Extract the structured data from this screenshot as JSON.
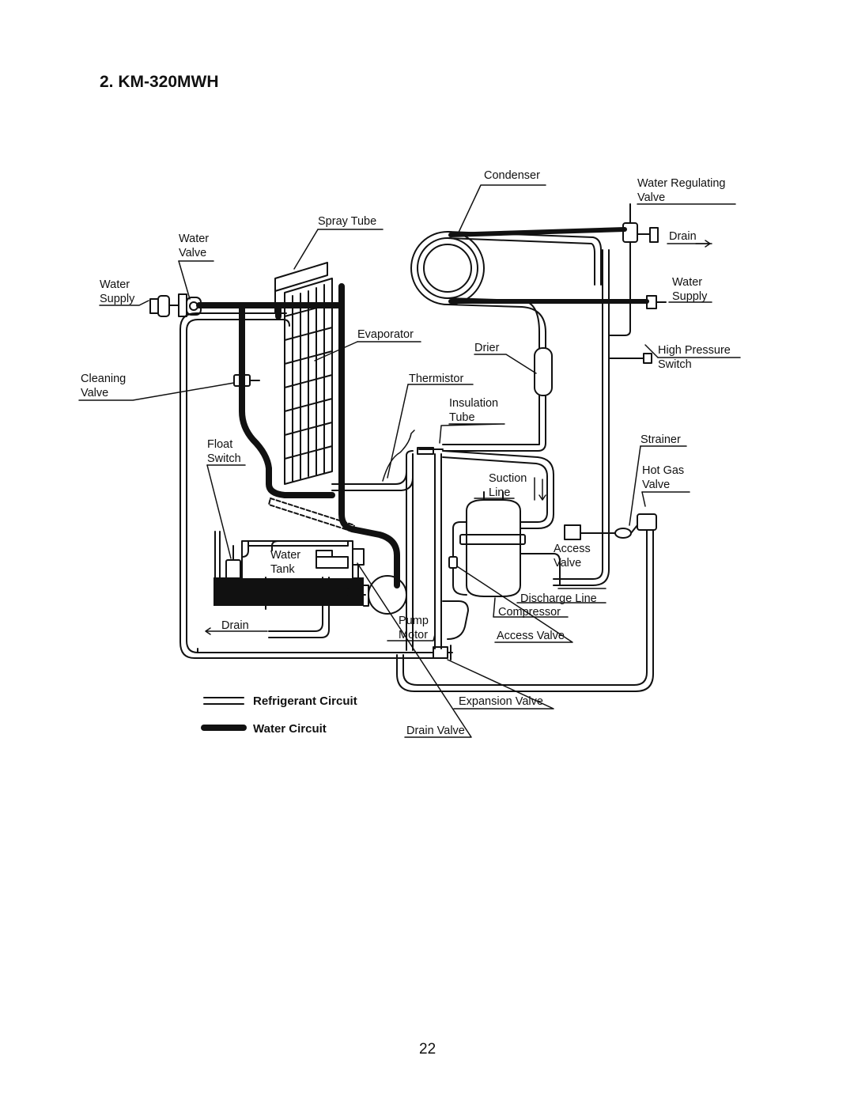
{
  "page": {
    "heading": "2. KM-320MWH",
    "page_number": "22"
  },
  "labels": {
    "condenser": "Condenser",
    "water_regulating_valve_1": "Water Regulating",
    "water_regulating_valve_2": "Valve",
    "spray_tube": "Spray Tube",
    "water_valve_1": "Water",
    "water_valve_2": "Valve",
    "drain_right": "Drain",
    "water_supply_left_1": "Water",
    "water_supply_left_2": "Supply",
    "water_supply_right_1": "Water",
    "water_supply_right_2": "Supply",
    "evaporator": "Evaporator",
    "drier": "Drier",
    "high_pressure_switch_1": "High Pressure",
    "high_pressure_switch_2": "Switch",
    "cleaning_valve_1": "Cleaning",
    "cleaning_valve_2": "Valve",
    "thermistor": "Thermistor",
    "insulation_tube_1": "Insulation",
    "insulation_tube_2": "Tube",
    "strainer": "Strainer",
    "float_switch_1": "Float",
    "float_switch_2": "Switch",
    "suction_line_1": "Suction",
    "suction_line_2": "Line",
    "hot_gas_valve_1": "Hot Gas",
    "hot_gas_valve_2": "Valve",
    "access_valve_upper_1": "Access",
    "access_valve_upper_2": "Valve",
    "water_tank_1": "Water",
    "water_tank_2": "Tank",
    "discharge_line": "Discharge Line",
    "compressor": "Compressor",
    "drain_left": "Drain",
    "pump_motor_1": "Pump",
    "pump_motor_2": "Motor",
    "access_valve_lower": "Access Valve",
    "expansion_valve": "Expansion Valve",
    "drain_valve": "Drain Valve"
  },
  "legend": {
    "refrigerant_circuit": "Refrigerant Circuit",
    "water_circuit": "Water Circuit"
  }
}
